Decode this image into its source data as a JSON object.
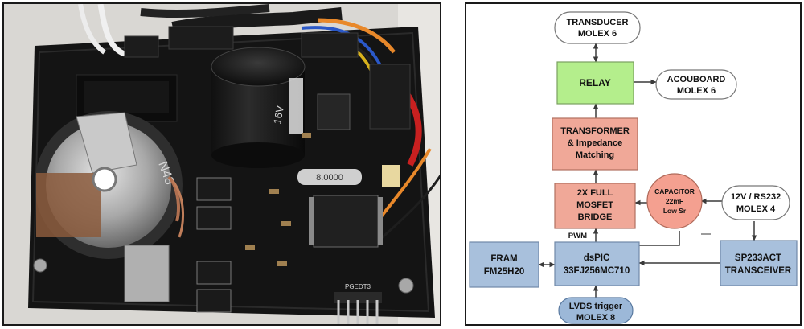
{
  "colors": {
    "relay_fill": "#b4ee8c",
    "pink_fill": "#f0a898",
    "blue_fill": "#a8c0dc",
    "capacitor_fill": "#f4a090",
    "connector_fill": "#ffffff",
    "lvds_fill": "#9cb8d8",
    "border": "#555555"
  },
  "photo": {
    "capacitor_label": "16V",
    "crystal_label": "8.0000",
    "toroid_label": "N48",
    "header_label": "PGEDT3"
  },
  "diagram": {
    "nodes": [
      {
        "id": "transducer",
        "lines": [
          "TRANSDUCER",
          "MOLEX 6"
        ]
      },
      {
        "id": "relay",
        "lines": [
          "RELAY"
        ]
      },
      {
        "id": "acouboard",
        "lines": [
          "ACOUBOARD",
          "MOLEX 6"
        ]
      },
      {
        "id": "transformer",
        "lines": [
          "TRANSFORMER",
          "& Impedance",
          "Matching"
        ]
      },
      {
        "id": "bridge",
        "lines": [
          "2X FULL",
          "MOSFET",
          "BRIDGE"
        ]
      },
      {
        "id": "capacitor",
        "lines": [
          "CAPACITOR",
          "22mF",
          "Low Sr"
        ]
      },
      {
        "id": "power",
        "lines": [
          "12V / RS232",
          "MOLEX 4"
        ]
      },
      {
        "id": "fram",
        "lines": [
          "FRAM",
          "FM25H20"
        ]
      },
      {
        "id": "dspic",
        "lines": [
          "dsPIC",
          "33FJ256MC710"
        ]
      },
      {
        "id": "sp233",
        "lines": [
          "SP233ACT",
          "TRANSCEIVER"
        ]
      },
      {
        "id": "lvds",
        "lines": [
          "LVDS trigger",
          "MOLEX 8"
        ]
      }
    ],
    "pwm_label": "PWM"
  }
}
